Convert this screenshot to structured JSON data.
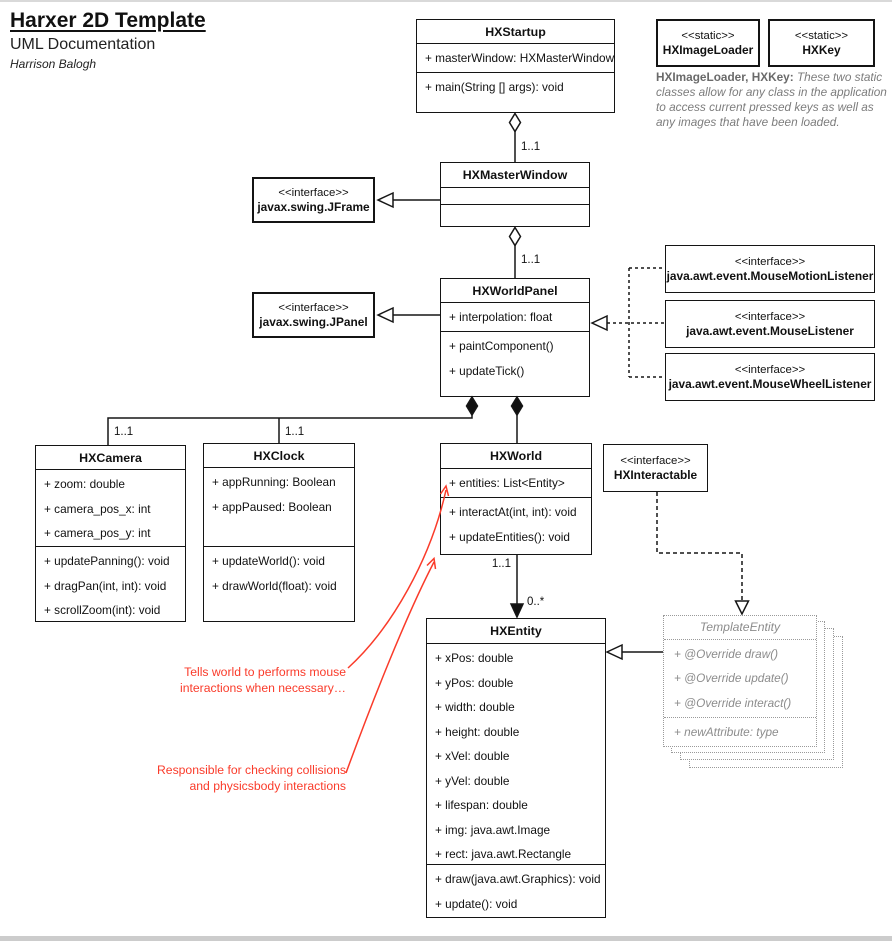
{
  "page": {
    "title": "Harxer 2D Template",
    "subtitle": "UML Documentation",
    "author": "Harrison Balogh"
  },
  "classes": {
    "hxstartup": {
      "name": "HXStartup",
      "attributes": [
        "+ masterWindow: HXMasterWindow"
      ],
      "methods": [
        "+ main(String [] args): void"
      ]
    },
    "hxmasterwindow": {
      "name": "HXMasterWindow"
    },
    "hxworldpanel": {
      "name": "HXWorldPanel",
      "attributes": [
        "+ interpolation: float"
      ],
      "methods": [
        "+ paintComponent()",
        "+ updateTick()"
      ]
    },
    "hxcamera": {
      "name": "HXCamera",
      "attributes": [
        "+ zoom: double",
        "+ camera_pos_x: int",
        "+ camera_pos_y: int"
      ],
      "methods": [
        "+ updatePanning(): void",
        "+ dragPan(int, int): void",
        "+ scrollZoom(int): void"
      ]
    },
    "hxclock": {
      "name": "HXClock",
      "attributes": [
        "+ appRunning: Boolean",
        "+ appPaused: Boolean"
      ],
      "methods": [
        "+ updateWorld(): void",
        "+ drawWorld(float): void"
      ]
    },
    "hxworld": {
      "name": "HXWorld",
      "attributes": [
        "+ entities: List<Entity>"
      ],
      "methods": [
        "+ interactAt(int, int): void",
        "+ updateEntities(): void"
      ]
    },
    "hxentity": {
      "name": "HXEntity",
      "attributes": [
        "+ xPos: double",
        "+ yPos: double",
        "+ width: double",
        "+ height: double",
        "+ xVel: double",
        "+ yVel: double",
        "+ lifespan: double",
        "+ img: java.awt.Image",
        "+ rect: java.awt.Rectangle"
      ],
      "methods": [
        "+ draw(java.awt.Graphics): void",
        "+ update(): void"
      ]
    },
    "templateentity": {
      "name": "TemplateEntity",
      "methods": [
        "+ @Override draw()",
        "+ @Override update()",
        "+ @Override interact()"
      ],
      "attributes": [
        "+ newAttribute: type"
      ]
    }
  },
  "interfaces": {
    "jframe": {
      "stereotype": "<<interface>>",
      "name": "javax.swing.JFrame"
    },
    "jpanel": {
      "stereotype": "<<interface>>",
      "name": "javax.swing.JPanel"
    },
    "mousemotion": {
      "stereotype": "<<interface>>",
      "name": "java.awt.event.MouseMotionListener"
    },
    "mouse": {
      "stereotype": "<<interface>>",
      "name": "java.awt.event.MouseListener"
    },
    "mousewheel": {
      "stereotype": "<<interface>>",
      "name": "java.awt.event.MouseWheelListener"
    },
    "hxinteractable": {
      "stereotype": "<<interface>>",
      "name": "HXInteractable"
    }
  },
  "statics": {
    "imageloader": {
      "stereotype": "<<static>>",
      "name": "HXImageLoader"
    },
    "hxkey": {
      "stereotype": "<<static>>",
      "name": "HXKey"
    },
    "note_lead": "HXImageLoader, HXKey:",
    "note_body": " These two static classes allow for any class in the application to access current pressed keys as well as any images that have been loaded."
  },
  "multiplicities": {
    "startup_window": "1..1",
    "window_panel": "1..1",
    "panel_camera": "1..1",
    "panel_clock": "1..1",
    "world_src": "1..1",
    "entity_dst": "0..*"
  },
  "annotations": {
    "mouse_line1": "Tells world to performs mouse",
    "mouse_line2": "interactions when necessary…",
    "collision_line1": "Responsible for checking collisions",
    "collision_line2": "and physicsbody interactions"
  },
  "colors": {
    "annotation_red": "#fa3b2a",
    "line_black": "#161616",
    "template_gray": "#8c8c8c"
  }
}
